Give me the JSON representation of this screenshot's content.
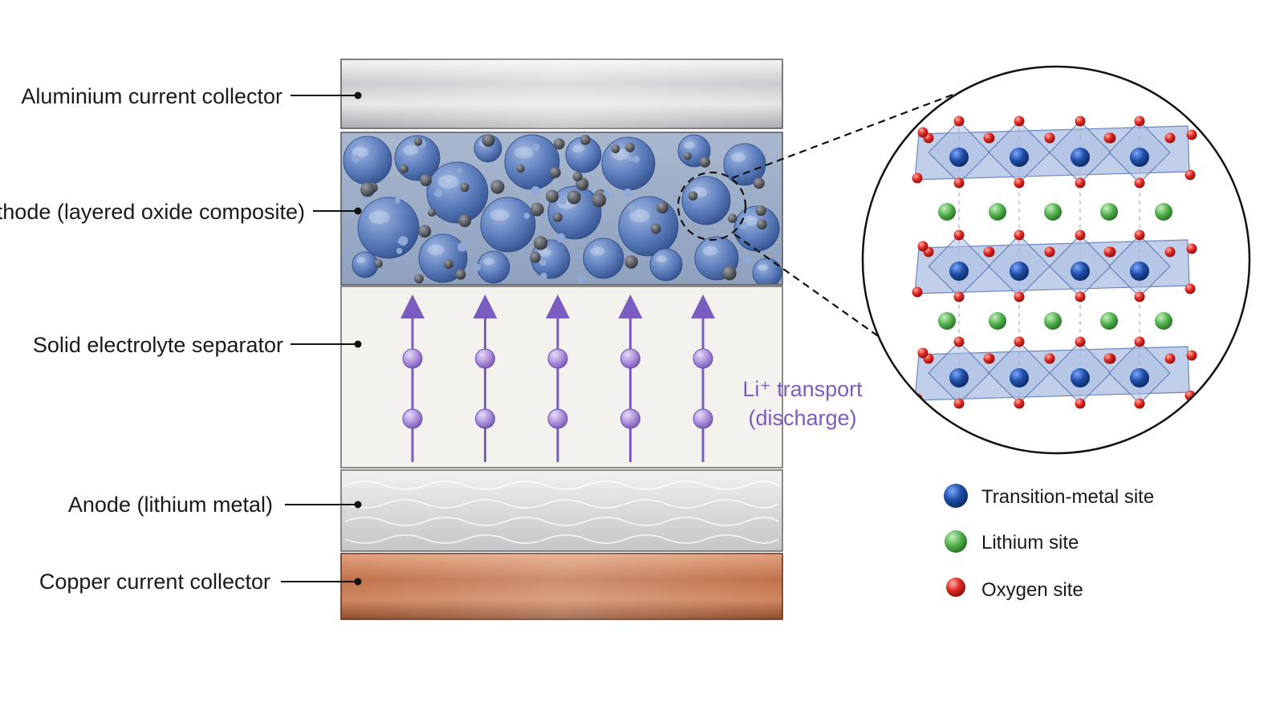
{
  "layers": [
    {
      "id": "al",
      "label": "Aluminium current collector"
    },
    {
      "id": "cathode",
      "label": "Cathode (layered oxide composite)"
    },
    {
      "id": "separator",
      "label": "Solid electrolyte separator"
    },
    {
      "id": "anode",
      "label": "Anode (lithium metal)"
    },
    {
      "id": "cu",
      "label": "Copper current collector"
    }
  ],
  "transport": {
    "line1": "Li⁺ transport",
    "line2": "(discharge)",
    "arrow_count": 5
  },
  "legend": [
    {
      "label": "Transition-metal site",
      "color": "#1f4fa8"
    },
    {
      "label": "Lithium site",
      "color": "#3f9a3f"
    },
    {
      "label": "Oxygen site",
      "color": "#d41e1e"
    }
  ],
  "colors": {
    "aluminium": "#cfd1d4",
    "cathode_particle": "#5577b8",
    "separator": "#f3f2ee",
    "anode": "#e3e4e6",
    "copper": "#c0714a",
    "lithium_ion": "#a88ad8",
    "arrow": "#7b5cc0"
  }
}
